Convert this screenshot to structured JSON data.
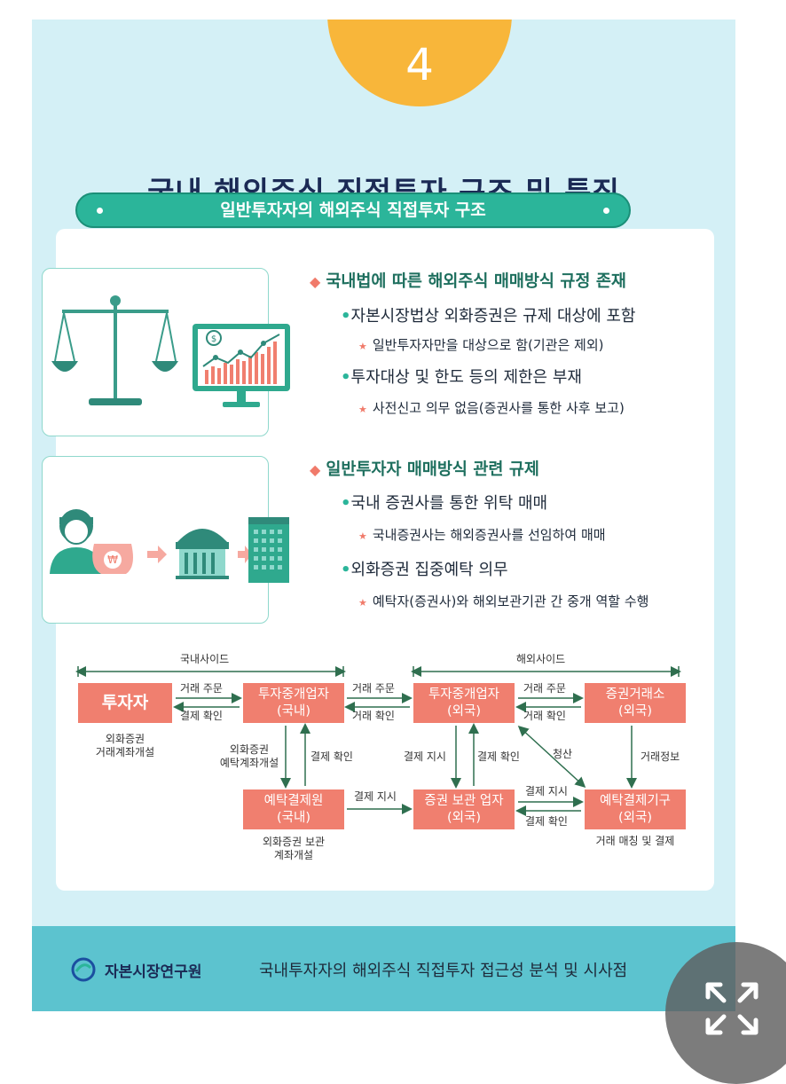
{
  "badge": {
    "number": "4"
  },
  "title": "국내 해외주식 직접투자 구조 및 특징",
  "section_pill": "일반투자자의 해외주식 직접투자 구조",
  "section1": {
    "heading": "국내법에 따른 해외주식 매매방식 규정 존재",
    "bullet1": "자본시장법상 외화증권은 규제 대상에 포함",
    "sub1": "일반투자자만을 대상으로 함(기관은 제외)",
    "bullet2": "투자대상 및 한도 등의 제한은 부재",
    "sub2": "사전신고 의무 없음(증권사를 통한 사후 보고)"
  },
  "section2": {
    "heading": "일반투자자 매매방식 관련 규제",
    "bullet1": "국내 증권사를 통한 위탁 매매",
    "sub1": "국내증권사는 해외증권사를 선임하여 매매",
    "bullet2": "외화증권 집중예탁 의무",
    "sub2": "예탁자(증권사)와 해외보관기관 간 중개 역할 수행"
  },
  "flow": {
    "domestic_side": "국내사이드",
    "overseas_side": "해외사이드",
    "investor": "투자자",
    "broker_kr_line1": "투자중개업자",
    "broker_kr_line2": "(국내)",
    "broker_fx_line1": "투자중개업자",
    "broker_fx_line2": "(외국)",
    "exchange_line1": "증권거래소",
    "exchange_line2": "(외국)",
    "depository_kr_line1": "예탁결제원",
    "depository_kr_line2": "(국내)",
    "custodian_line1": "증권 보관 업자",
    "custodian_line2": "(외국)",
    "settlement_fx_line1": "예탁결제기구",
    "settlement_fx_line2": "(외국)",
    "trade_order_1": "거래 주문",
    "settle_confirm_1": "결제 확인",
    "trade_order_2": "거래 주문",
    "trade_confirm_2": "거래 확인",
    "trade_order_3": "거래 주문",
    "trade_confirm_3": "거래 확인",
    "investor_note_line1": "외화증권",
    "investor_note_line2": "거래계좌개설",
    "fx_account_line1": "외화증권",
    "fx_account_line2": "예탁계좌개설",
    "settle_confirm_v1": "결제 확인",
    "settle_order_v2": "결제 지시",
    "settle_confirm_v2": "결제 확인",
    "clearing": "청산",
    "trade_info": "거래정보",
    "settle_order_h1": "결제 지시",
    "settle_order_h2": "결제 지시",
    "settle_confirm_h2": "결제 확인",
    "depository_note_line1": "외화증권 보관",
    "depository_note_line2": "계좌개설",
    "settlement_note": "거래 매칭 및 결제"
  },
  "footer": {
    "org": "자본시장연구원",
    "report_title": "국내투자자의 해외주식 직접투자 접근성 분석 및 시사점"
  },
  "icons": {
    "scale": "balance-scale-icon",
    "monitor": "stock-chart-monitor-icon",
    "investor": "investor-person-icon",
    "money_bag": "won-money-bag-icon",
    "bank": "bank-building-icon",
    "tower": "office-tower-icon",
    "expand": "expand-arrows-icon"
  },
  "colors": {
    "background": "#d4f0f6",
    "badge": "#f8b63a",
    "accent_green": "#2bb59a",
    "flow_box": "#f07f6f",
    "footer": "#5cc3cf"
  }
}
